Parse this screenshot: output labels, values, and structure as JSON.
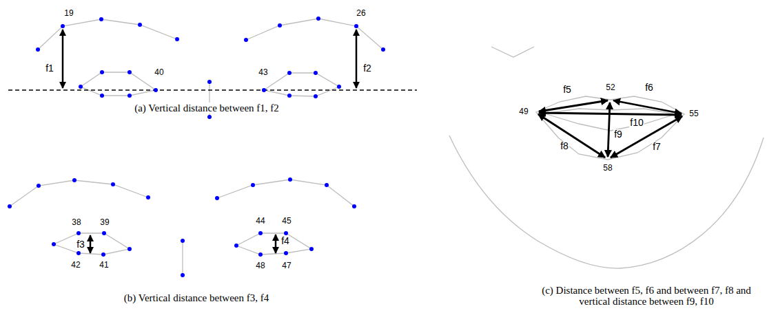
{
  "diagram": {
    "labels": [
      "19",
      "26",
      "f1",
      "40",
      "43",
      "f2",
      "(a) Vertical distance between f1, f2",
      "38",
      "39",
      "f3",
      "42",
      "41",
      "44",
      "45",
      "f4",
      "48",
      "47",
      "(b) Vertical distance between f3, f4",
      "f5",
      "52",
      "f6",
      "49",
      "55",
      "f10",
      "f9",
      "f8",
      "f7",
      "58",
      "(c) Distance between f5, f6 and between f7, f8 and vertical distance between f9, f10"
    ]
  }
}
